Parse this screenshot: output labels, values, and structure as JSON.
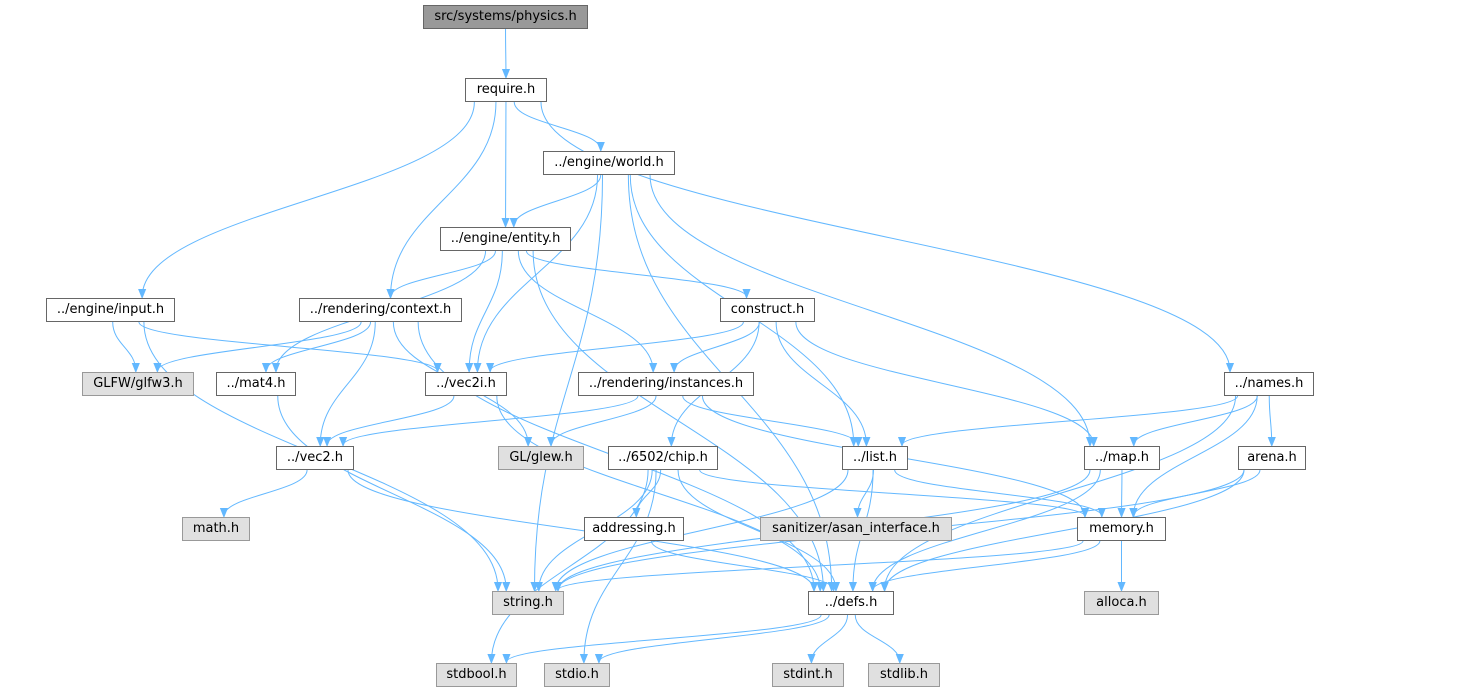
{
  "graph": {
    "nodes": [
      {
        "id": "physics",
        "label": "src/systems/physics.h",
        "kind": "root"
      },
      {
        "id": "require",
        "label": "require.h",
        "kind": "header"
      },
      {
        "id": "world",
        "label": "../engine/world.h",
        "kind": "header"
      },
      {
        "id": "entity",
        "label": "../engine/entity.h",
        "kind": "header"
      },
      {
        "id": "input",
        "label": "../engine/input.h",
        "kind": "header"
      },
      {
        "id": "context",
        "label": "../rendering/context.h",
        "kind": "header"
      },
      {
        "id": "construct",
        "label": "construct.h",
        "kind": "header"
      },
      {
        "id": "glfw",
        "label": "GLFW/glfw3.h",
        "kind": "system"
      },
      {
        "id": "mat4",
        "label": "../mat4.h",
        "kind": "header"
      },
      {
        "id": "vec2i",
        "label": "../vec2i.h",
        "kind": "header"
      },
      {
        "id": "instances",
        "label": "../rendering/instances.h",
        "kind": "header"
      },
      {
        "id": "names",
        "label": "../names.h",
        "kind": "header"
      },
      {
        "id": "vec2",
        "label": "../vec2.h",
        "kind": "header"
      },
      {
        "id": "glew",
        "label": "GL/glew.h",
        "kind": "system"
      },
      {
        "id": "chip",
        "label": "../6502/chip.h",
        "kind": "header"
      },
      {
        "id": "list",
        "label": "../list.h",
        "kind": "header"
      },
      {
        "id": "map",
        "label": "../map.h",
        "kind": "header"
      },
      {
        "id": "arena",
        "label": "arena.h",
        "kind": "header"
      },
      {
        "id": "math",
        "label": "math.h",
        "kind": "system"
      },
      {
        "id": "addressing",
        "label": "addressing.h",
        "kind": "header"
      },
      {
        "id": "asan",
        "label": "sanitizer/asan_interface.h",
        "kind": "system"
      },
      {
        "id": "memory",
        "label": "memory.h",
        "kind": "header"
      },
      {
        "id": "string",
        "label": "string.h",
        "kind": "system"
      },
      {
        "id": "defs",
        "label": "../defs.h",
        "kind": "header"
      },
      {
        "id": "alloca",
        "label": "alloca.h",
        "kind": "system"
      },
      {
        "id": "stdbool",
        "label": "stdbool.h",
        "kind": "system"
      },
      {
        "id": "stdio",
        "label": "stdio.h",
        "kind": "system"
      },
      {
        "id": "stdint",
        "label": "stdint.h",
        "kind": "system"
      },
      {
        "id": "stdlib",
        "label": "stdlib.h",
        "kind": "system"
      }
    ],
    "edges": [
      [
        "physics",
        "require"
      ],
      [
        "require",
        "world"
      ],
      [
        "require",
        "entity"
      ],
      [
        "require",
        "input"
      ],
      [
        "require",
        "context"
      ],
      [
        "require",
        "names"
      ],
      [
        "world",
        "entity"
      ],
      [
        "world",
        "vec2i"
      ],
      [
        "world",
        "list"
      ],
      [
        "world",
        "map"
      ],
      [
        "world",
        "string"
      ],
      [
        "world",
        "defs"
      ],
      [
        "entity",
        "context"
      ],
      [
        "entity",
        "construct"
      ],
      [
        "entity",
        "mat4"
      ],
      [
        "entity",
        "vec2i"
      ],
      [
        "entity",
        "instances"
      ],
      [
        "entity",
        "defs"
      ],
      [
        "input",
        "glfw"
      ],
      [
        "input",
        "vec2i"
      ],
      [
        "input",
        "string"
      ],
      [
        "context",
        "glfw"
      ],
      [
        "context",
        "mat4"
      ],
      [
        "context",
        "vec2"
      ],
      [
        "context",
        "glew"
      ],
      [
        "context",
        "defs"
      ],
      [
        "construct",
        "vec2i"
      ],
      [
        "construct",
        "instances"
      ],
      [
        "construct",
        "chip"
      ],
      [
        "construct",
        "list"
      ],
      [
        "construct",
        "map"
      ],
      [
        "mat4",
        "string"
      ],
      [
        "vec2i",
        "vec2"
      ],
      [
        "vec2i",
        "defs"
      ],
      [
        "instances",
        "vec2"
      ],
      [
        "instances",
        "glew"
      ],
      [
        "instances",
        "list"
      ],
      [
        "instances",
        "memory"
      ],
      [
        "names",
        "list"
      ],
      [
        "names",
        "map"
      ],
      [
        "names",
        "arena"
      ],
      [
        "names",
        "memory"
      ],
      [
        "names",
        "defs"
      ],
      [
        "vec2",
        "math"
      ],
      [
        "vec2",
        "defs"
      ],
      [
        "chip",
        "addressing"
      ],
      [
        "chip",
        "memory"
      ],
      [
        "chip",
        "string"
      ],
      [
        "chip",
        "defs"
      ],
      [
        "chip",
        "stdbool"
      ],
      [
        "chip",
        "stdio"
      ],
      [
        "list",
        "asan"
      ],
      [
        "list",
        "memory"
      ],
      [
        "list",
        "string"
      ],
      [
        "list",
        "defs"
      ],
      [
        "map",
        "memory"
      ],
      [
        "map",
        "string"
      ],
      [
        "map",
        "defs"
      ],
      [
        "arena",
        "memory"
      ],
      [
        "arena",
        "string"
      ],
      [
        "arena",
        "defs"
      ],
      [
        "addressing",
        "defs"
      ],
      [
        "memory",
        "alloca"
      ],
      [
        "memory",
        "string"
      ],
      [
        "memory",
        "defs"
      ],
      [
        "defs",
        "stdbool"
      ],
      [
        "defs",
        "stdio"
      ],
      [
        "defs",
        "stdint"
      ],
      [
        "defs",
        "stdlib"
      ]
    ]
  },
  "colors": {
    "edge": "#63b8ff",
    "root_fill": "#999999",
    "system_fill": "#e0e0e0",
    "header_fill": "#ffffff",
    "border": "#666666"
  }
}
